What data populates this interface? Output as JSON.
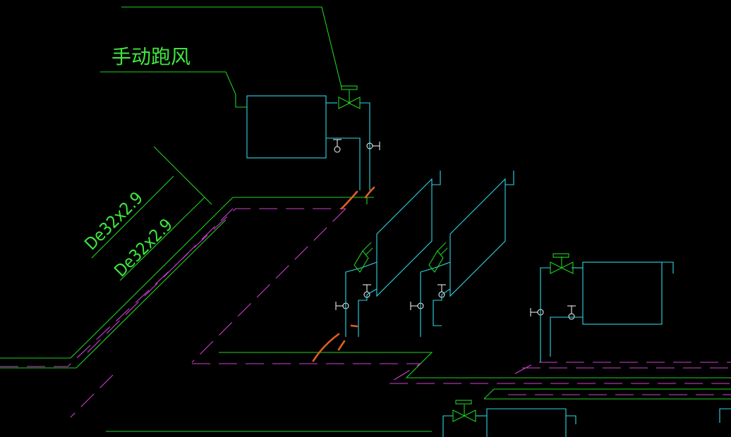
{
  "drawing": {
    "manual_vent_label": "手动跑风",
    "pipe_label_1": "De32x2.9",
    "pipe_label_2": "De32x2.9"
  },
  "colors": {
    "background": "#000000",
    "annotation_green": "#1fd21f",
    "pipe_cyan": "#2fd6e6",
    "return_magenta": "#d23fd2",
    "markup_orange": "#e0601e",
    "symbol_white": "#ffffff"
  }
}
